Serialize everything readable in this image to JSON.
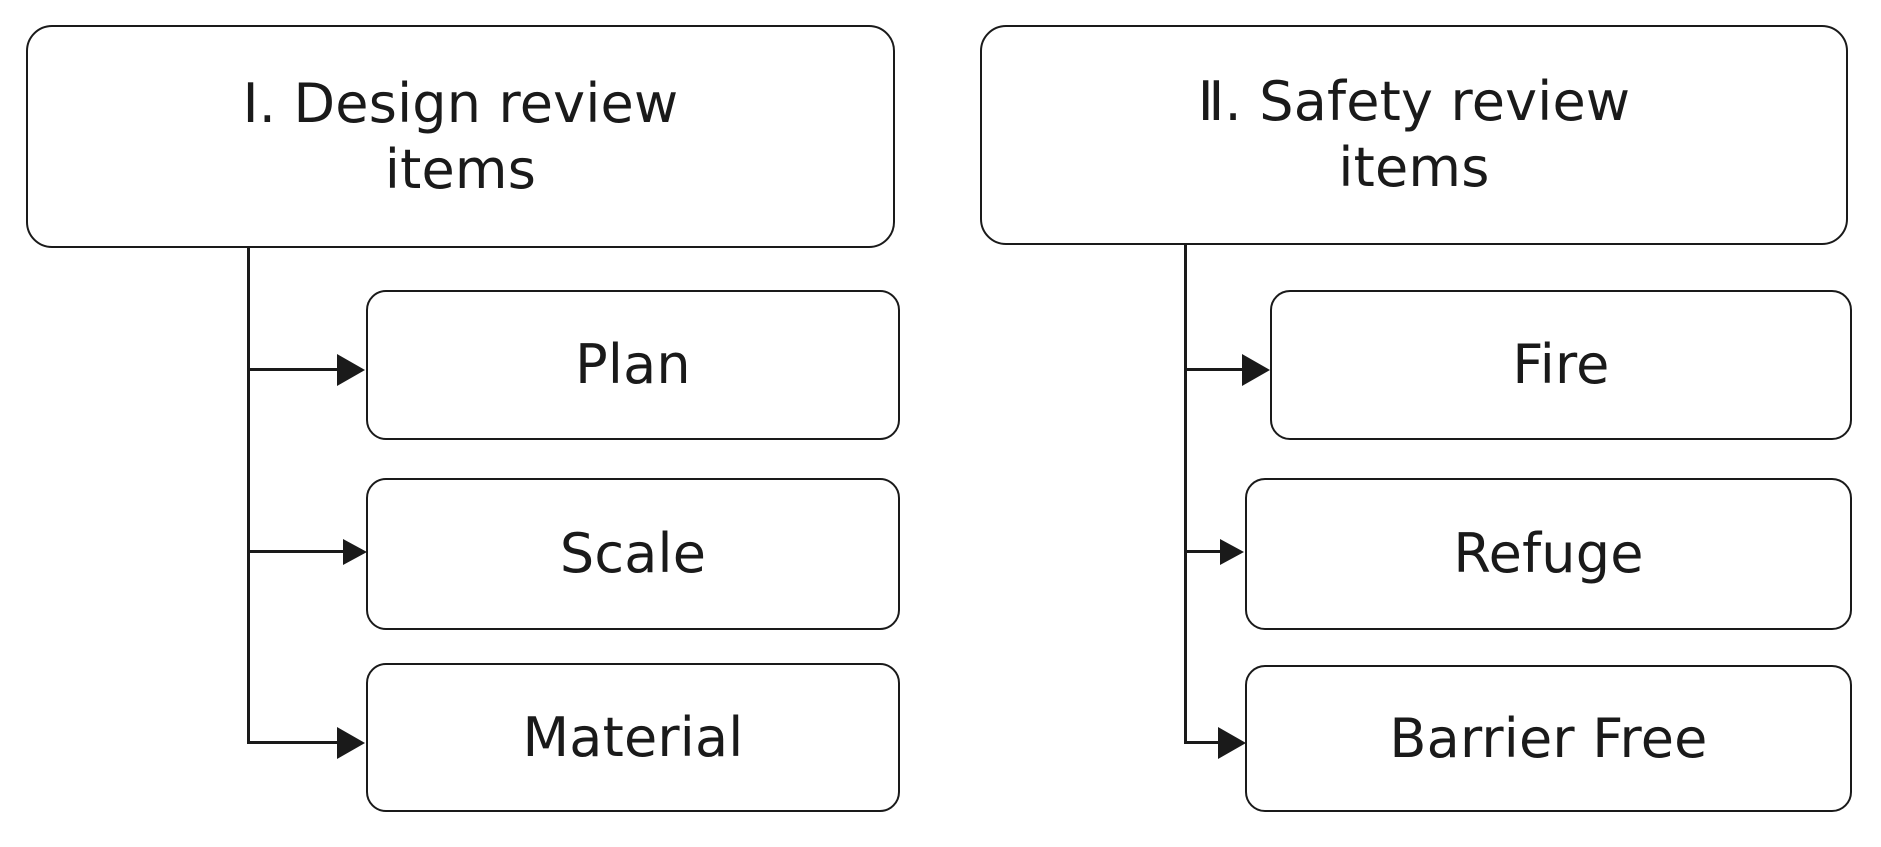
{
  "diagram": {
    "type": "tree",
    "background_color": "#ffffff",
    "line_color": "#1a1a1a",
    "text_color": "#1a1a1a",
    "columns": [
      {
        "id": "design-review",
        "root": {
          "label": "Ⅰ. Design review\nitems",
          "line1": "Ⅰ. Design review",
          "line2": "items"
        },
        "children": [
          {
            "label": "Plan"
          },
          {
            "label": "Scale"
          },
          {
            "label": "Material"
          }
        ]
      },
      {
        "id": "safety-review",
        "root": {
          "label": "Ⅱ. Safety review\nitems",
          "line1": "Ⅱ. Safety review",
          "line2": "items"
        },
        "children": [
          {
            "label": "Fire"
          },
          {
            "label": "Refuge"
          },
          {
            "label": "Barrier Free"
          }
        ]
      }
    ]
  }
}
